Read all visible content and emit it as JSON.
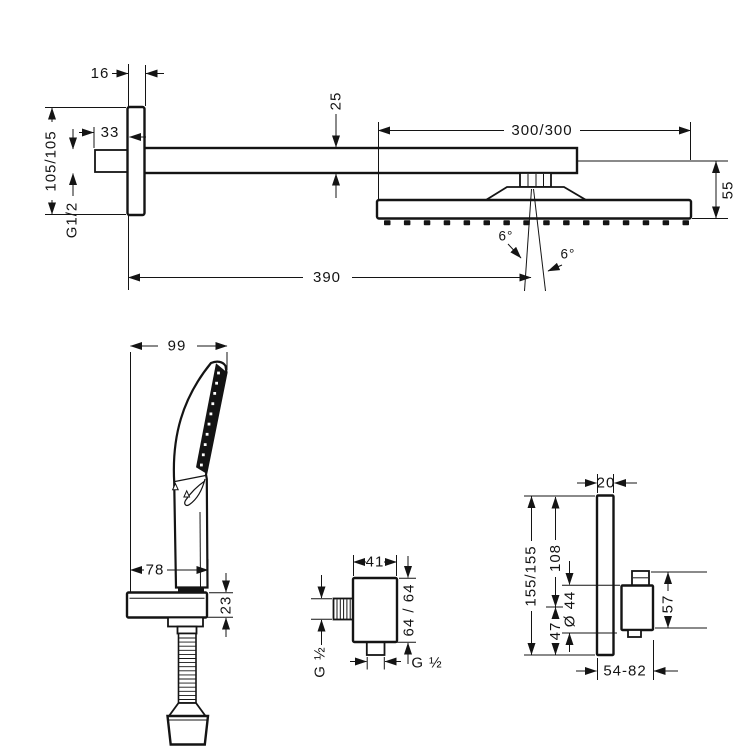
{
  "colors": {
    "ink": "#141414",
    "paper": "#ffffff"
  },
  "top": {
    "dims": {
      "plate_thickness": "16",
      "supply_length": "33",
      "plate_height": "105/105",
      "thread": "G1/2",
      "arm_profile": "25",
      "head_size": "300/300",
      "head_height": "55",
      "reach": "390",
      "angle_left": "6°",
      "angle_right": "6°"
    }
  },
  "handshower": {
    "dims": {
      "width": "99",
      "holder_reach": "78",
      "holder_height": "23"
    }
  },
  "outlet": {
    "dims": {
      "width": "41",
      "height": "64 / 64",
      "thread_left": "G ½",
      "thread_bottom": "G ½"
    }
  },
  "valve": {
    "dims": {
      "plate_thickness": "20",
      "plate_height": "155/155",
      "top_to_center": "108",
      "center_to_bottom": "47",
      "escutcheon": "Ø 44",
      "handle_height": "57",
      "depth_range": "54-82"
    }
  }
}
